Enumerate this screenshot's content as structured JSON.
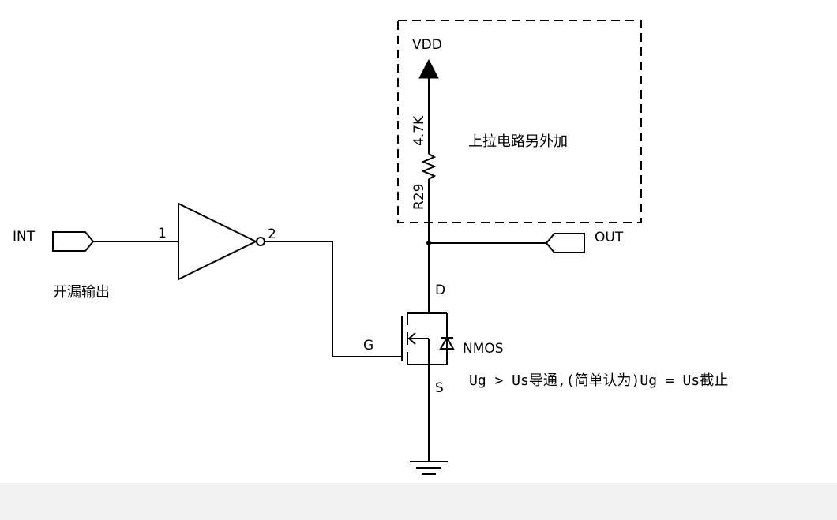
{
  "labels": {
    "int": "INT",
    "out": "OUT",
    "vdd": "VDD",
    "resistor_value": "4.7K",
    "resistor_ref": "R29",
    "pin_in": "1",
    "pin_out": "2",
    "gate": "G",
    "drain": "D",
    "source": "S",
    "device": "NMOS",
    "open_drain": "开漏输出",
    "pullup_note": "上拉电路另外加",
    "condition_note": "Ug > Us导通,(简单认为)Ug = Us截止"
  }
}
